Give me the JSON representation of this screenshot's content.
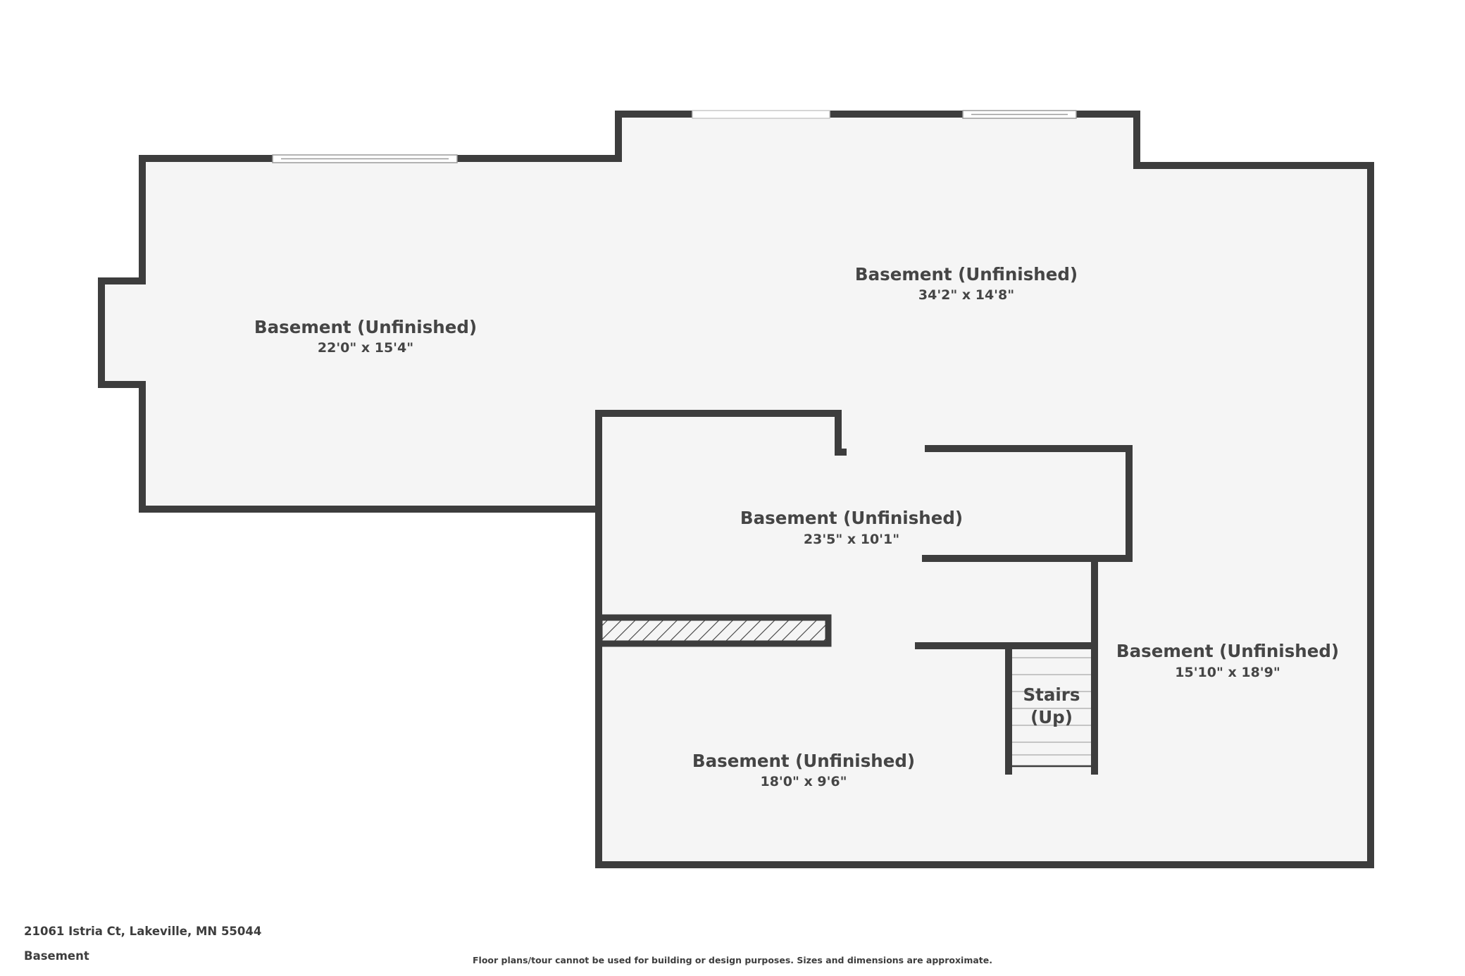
{
  "rooms": [
    {
      "name": "Basement (Unfinished)",
      "dimensions": "22'0\" x 15'4\""
    },
    {
      "name": "Basement (Unfinished)",
      "dimensions": "34'2\" x 14'8\""
    },
    {
      "name": "Basement (Unfinished)",
      "dimensions": "23'5\" x 10'1\""
    },
    {
      "name": "Basement (Unfinished)",
      "dimensions": "15'10\" x 18'9\""
    },
    {
      "name": "Basement (Unfinished)",
      "dimensions": "18'0\" x 9'6\""
    }
  ],
  "stairs": {
    "line1": "Stairs",
    "line2": "(Up)"
  },
  "footer": {
    "address": "21061 Istria Ct, Lakeville, MN 55044",
    "level": "Basement",
    "disclaimer": "Floor plans/tour cannot be used for building or design purposes. Sizes and dimensions are approximate."
  },
  "colors": {
    "wall": "#3d3d3d",
    "floor": "#f5f5f5",
    "window": "#ffffff",
    "text": "#454545"
  }
}
